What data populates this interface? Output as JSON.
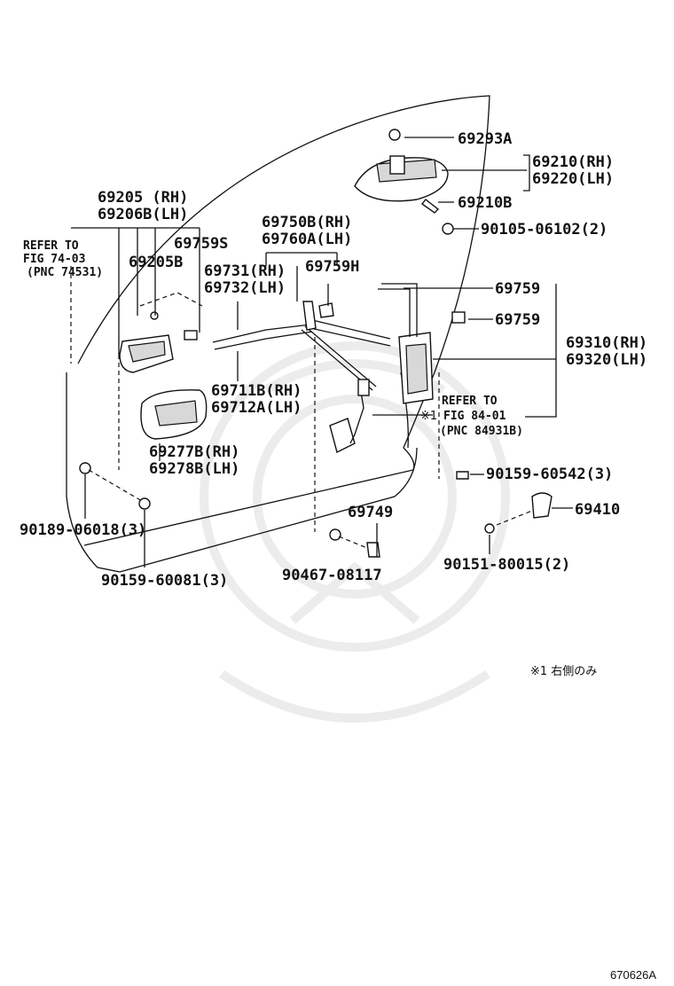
{
  "labels": {
    "p69293A": "69293A",
    "p69210": "69210(RH)",
    "p69220": "69220(LH)",
    "p69210B": "69210B",
    "p90105": "90105-06102(2)",
    "p69205": "69205 (RH)",
    "p69206B": "69206B(LH)",
    "refer1_l1": "REFER TO",
    "refer1_l2": "FIG 74-03",
    "refer1_l3": "(PNC 74531)",
    "p69759S": "69759S",
    "p69205B": "69205B",
    "p69750B": "69750B(RH)",
    "p69760A": "69760A(LH)",
    "p69731": "69731(RH)",
    "p69732": "69732(LH)",
    "p69759H": "69759H",
    "p69759a": "69759",
    "p69759b": "69759",
    "p69310": "69310(RH)",
    "p69320": "69320(LH)",
    "p69711B": "69711B(RH)",
    "p69712A": "69712A(LH)",
    "refer2_l1": "REFER TO",
    "refer2_l2": "FIG 84-01",
    "refer2_l3": "(PNC 84931B)",
    "mark1": "※1",
    "p69277B": "69277B(RH)",
    "p69278B": "69278B(LH)",
    "p90159_60542": "90159-60542(3)",
    "p69749": "69749",
    "p69410": "69410",
    "p90189": "90189-06018(3)",
    "p90159_60081": "90159-60081(3)",
    "p90467": "90467-08117",
    "p90151": "90151-80015(2)",
    "footnote": "※1 右側のみ",
    "figure_code": "670626A"
  }
}
